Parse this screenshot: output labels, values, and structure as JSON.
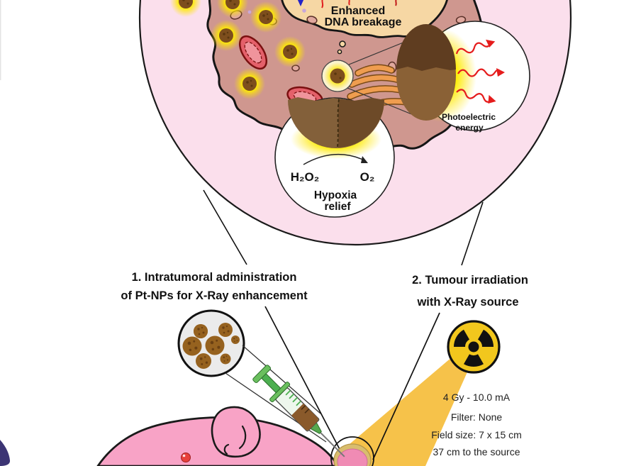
{
  "figure": {
    "type": "graphical-abstract",
    "cell": {
      "nucleus": {
        "line1": "Enhanced",
        "line2": "DNA breakage"
      },
      "photoelectric": {
        "line1": "Photoelectric",
        "line2": "energy"
      },
      "hypoxia": {
        "reactant": "H₂O₂",
        "product": "O₂",
        "line1": "Hypoxia",
        "line2": "relief"
      }
    },
    "steps": {
      "step1": {
        "line1": "1. Intratumoral administration",
        "line2": "of Pt-NPs for X-Ray enhancement"
      },
      "step2": {
        "line1": "2. Tumour irradiation",
        "line2": "with X-Ray source"
      }
    },
    "irradiation": {
      "dose": "4 Gy - 10.0 mA",
      "filter": "Filter: None",
      "field": "Field size: 7 x 15 cm",
      "distance": "37 cm to the source"
    },
    "icons": {
      "radiation": "radiation-trefoil-icon",
      "syringe": "syringe-icon",
      "mouse": "mouse-illustration",
      "nanoparticle_magnifier": "pt-nanoparticles-magnified"
    },
    "colors": {
      "tumor_ellipse": "#fbdfec",
      "cell_body": "#cf978f",
      "nucleus": "#f6d7a4",
      "np_brown": "#7d4e1d",
      "np_glow": "#ffee00",
      "er_orange": "#ef9d4f",
      "mito_red": "#e4606a",
      "arrow_red": "#e51c1c",
      "beam_yellow": "#f6c24a",
      "radiation_yellow": "#f2c71d",
      "mouse_pink": "#f8a3c6",
      "tumor_pink": "#f08bb4",
      "swoosh_purple": "#3c3474"
    }
  }
}
